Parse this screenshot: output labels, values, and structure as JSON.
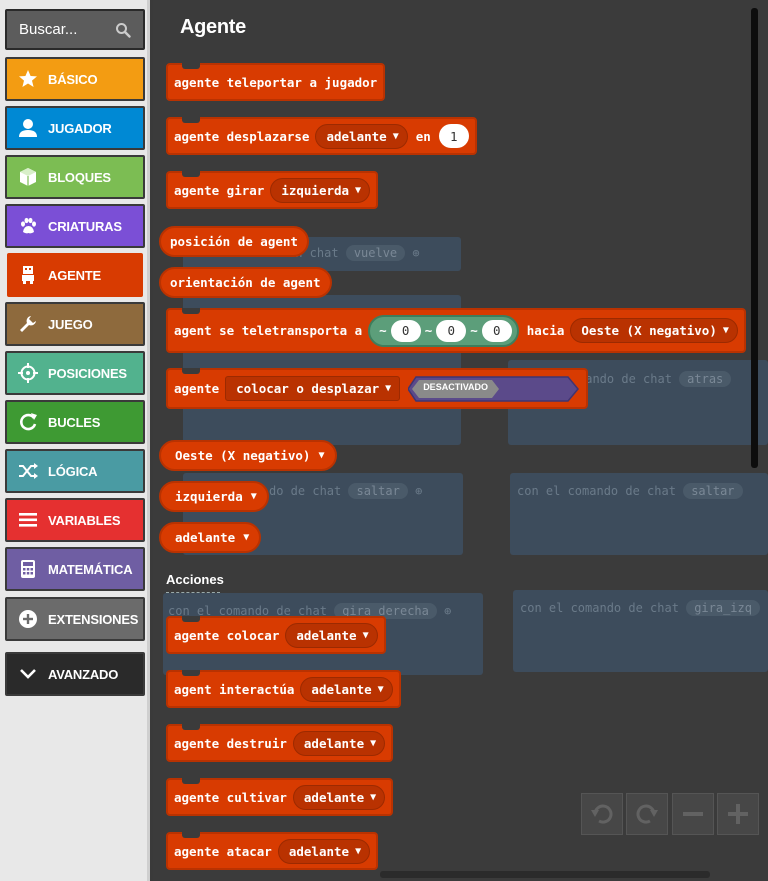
{
  "search": {
    "placeholder": "Buscar..."
  },
  "categories": [
    {
      "label": "BÁSICO",
      "color": "#f39c12",
      "icon": "star-icon"
    },
    {
      "label": "JUGADOR",
      "color": "#0089d4",
      "icon": "person-icon"
    },
    {
      "label": "BLOQUES",
      "color": "#7cbd53",
      "icon": "cube-icon"
    },
    {
      "label": "CRIATURAS",
      "color": "#7b4fd6",
      "icon": "paw-icon"
    },
    {
      "label": "AGENTE",
      "color": "#d83b01",
      "icon": "agent-icon"
    },
    {
      "label": "JUEGO",
      "color": "#8e6a3d",
      "icon": "wrench-icon"
    },
    {
      "label": "POSICIONES",
      "color": "#52b28e",
      "icon": "crosshair-icon"
    },
    {
      "label": "BUCLES",
      "color": "#3e9a33",
      "icon": "loop-icon"
    },
    {
      "label": "LÓGICA",
      "color": "#4a9ba3",
      "icon": "shuffle-icon"
    },
    {
      "label": "VARIABLES",
      "color": "#e53030",
      "icon": "list-icon"
    },
    {
      "label": "MATEMÁTICA",
      "color": "#6f5ea3",
      "icon": "calculator-icon"
    },
    {
      "label": "EXTENSIONES",
      "color": "#6b6b6b",
      "icon": "plus-circle-icon"
    },
    {
      "label": "AVANZADO",
      "color": "#2a2a2a",
      "icon": "chevron-down-icon"
    }
  ],
  "flyout": {
    "title": "Agente",
    "section_label": "Acciones",
    "blocks": {
      "teleport_to_player": "agente teleportar a jugador",
      "move": {
        "text": "agente desplazarse",
        "dir": "adelante",
        "en": "en",
        "value": "1"
      },
      "turn": {
        "text": "agente girar",
        "dir": "izquierda"
      },
      "position": "posición de agent",
      "orientation": "orientación de agent",
      "teleport": {
        "text": "agent se teletransporta a",
        "tilde": "~",
        "x": "0",
        "y": "0",
        "z": "0",
        "hacia": "hacia",
        "facing": "Oeste (X negativo)"
      },
      "place_move": {
        "text": "agente",
        "mode": "colocar o desplazar",
        "toggle": "DESACTIVADO"
      },
      "west": "Oeste (X negativo)",
      "left": "izquierda",
      "forward": "adelante",
      "place": {
        "text": "agente colocar",
        "dir": "adelante"
      },
      "interact": {
        "text": "agent interactúa",
        "dir": "adelante"
      },
      "destroy": {
        "text": "agente destruir",
        "dir": "adelante"
      },
      "till": {
        "text": "agente cultivar",
        "dir": "adelante"
      },
      "attack": {
        "text": "agente atacar",
        "dir": "adelante"
      }
    }
  },
  "workspace_bg": {
    "chat1": {
      "text": "on chat",
      "arg": "vuelve"
    },
    "chat2": {
      "text": "mando de chat",
      "arg": "atras"
    },
    "chat3": {
      "text": "do de chat",
      "arg": "saltar"
    },
    "chat4": {
      "text": "con el comando de chat",
      "arg": "saltar"
    },
    "chat5": {
      "text": "con el comando de chat",
      "arg": "gira_derecha"
    },
    "chat6": {
      "text": "con el comando de chat",
      "arg": "gira_izq"
    }
  },
  "zoom": {
    "undo_icon": "undo-icon",
    "redo_icon": "redo-icon",
    "minus_icon": "zoom-out-icon",
    "plus_icon": "zoom-in-icon"
  }
}
